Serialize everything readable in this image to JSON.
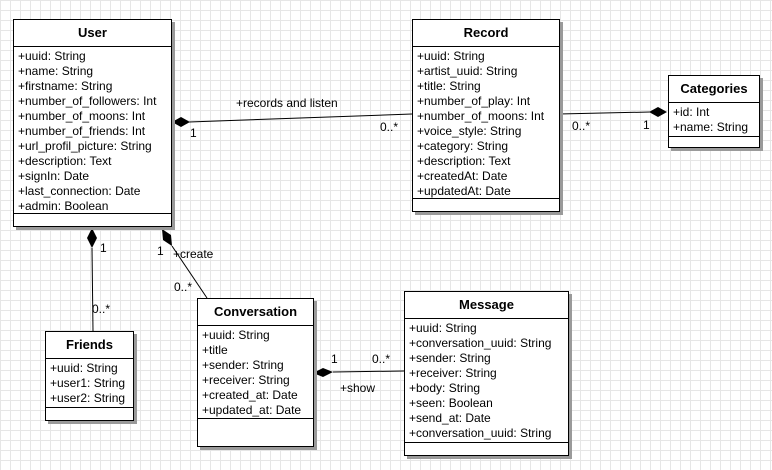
{
  "classes": {
    "user": {
      "name": "User",
      "attributes": [
        "+uuid: String",
        "+name: String",
        "+firstname: String",
        "+number_of_followers: Int",
        "+number_of_moons: Int",
        "+number_of_friends: Int",
        "+url_profil_picture: String",
        "+description: Text",
        "+signIn: Date",
        "+last_connection: Date",
        "+admin: Boolean"
      ]
    },
    "record": {
      "name": "Record",
      "attributes": [
        "+uuid: String",
        "+artist_uuid: String",
        "+title: String",
        "+number_of_play: Int",
        "+number_of_moons: Int",
        "+voice_style: String",
        "+category: String",
        "+description: Text",
        "+createdAt: Date",
        "+updatedAt: Date"
      ]
    },
    "categories": {
      "name": "Categories",
      "attributes": [
        "+id: Int",
        "+name: String"
      ]
    },
    "friends": {
      "name": "Friends",
      "attributes": [
        "+uuid: String",
        "+user1: String",
        "+user2: String"
      ]
    },
    "conversation": {
      "name": "Conversation",
      "attributes": [
        "+uuid: String",
        "+title",
        "+sender: String",
        "+receiver: String",
        "+created_at: Date",
        "+updated_at: Date"
      ]
    },
    "message": {
      "name": "Message",
      "attributes": [
        "+uuid: String",
        "+conversation_uuid: String",
        "+sender: String",
        "+receiver: String",
        "+body: String",
        "+seen: Boolean",
        "+send_at: Date",
        "+conversation_uuid: String"
      ]
    }
  },
  "relations": {
    "user_record": {
      "label": "+records and listen",
      "source_mult": "1",
      "target_mult": "0..*"
    },
    "record_categories": {
      "source_mult": "0..*",
      "target_mult": "1"
    },
    "user_friends": {
      "source_mult": "1",
      "target_mult": "0..*"
    },
    "user_conversation": {
      "label": "+create",
      "source_mult": "1",
      "target_mult": "0..*"
    },
    "conversation_message": {
      "label": "+show",
      "source_mult": "1",
      "target_mult": "0..*"
    }
  }
}
